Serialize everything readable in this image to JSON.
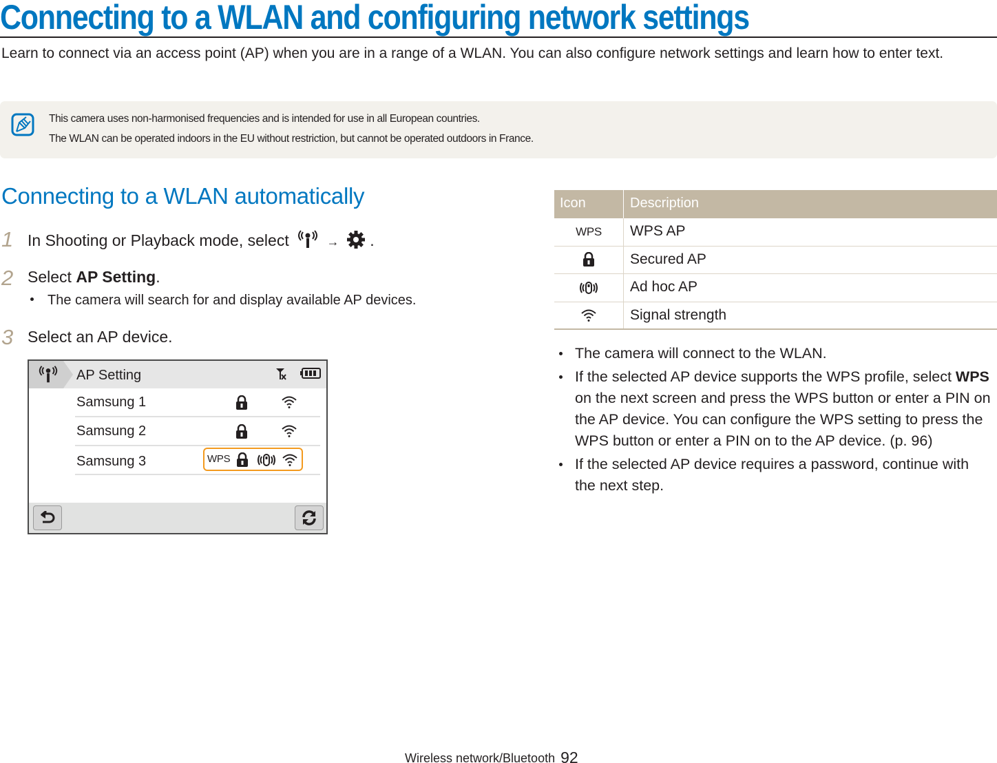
{
  "page": {
    "title": "Connecting to a WLAN and configuring network settings",
    "intro": "Learn to connect via an access point (AP) when you are in a range of a WLAN. You can also configure network settings and learn how to enter text.",
    "accent_color": "#0077c0"
  },
  "note": {
    "icon": "note-pencil-icon",
    "lines": [
      "This camera uses non-harmonised frequencies and is intended for use in all European countries.",
      "The WLAN can be operated indoors in the EU without restriction, but cannot be operated outdoors in France."
    ]
  },
  "section": {
    "title": "Connecting to a WLAN automatically",
    "steps": [
      {
        "number": "1",
        "text_before": "In Shooting or Playback mode, select",
        "icon_1": "wireless-icon",
        "arrow": "→",
        "icon_2": "gear-icon",
        "text_after": "."
      },
      {
        "number": "2",
        "text_before": "Select ",
        "bold": "AP Setting",
        "text_after": ".",
        "bullets": [
          "The camera will search for and display available AP devices."
        ]
      },
      {
        "number": "3",
        "text": "Select an AP device."
      }
    ]
  },
  "camera_screen": {
    "header_title": "AP Setting",
    "header_icons": [
      "wireless-icon",
      "no-signal-icon",
      "battery-icon"
    ],
    "rows": [
      {
        "label": "Samsung 1",
        "icons": [
          "lock-icon",
          "signal-strength-icon"
        ]
      },
      {
        "label": "Samsung 2",
        "icons": [
          "lock-icon",
          "signal-strength-icon"
        ]
      },
      {
        "label": "Samsung 3",
        "icons": [
          "wps-icon",
          "lock-icon",
          "adhoc-icon",
          "signal-strength-icon"
        ],
        "highlighted": true,
        "wps_label": "WPS"
      }
    ],
    "highlight_color": "#f39a1e",
    "footer_buttons": [
      "back-button",
      "refresh-button"
    ]
  },
  "icon_table": {
    "headers": [
      "Icon",
      "Description"
    ],
    "header_color": "#c3b8a4",
    "rows": [
      {
        "icon": "wps-icon",
        "icon_text": "WPS",
        "description": "WPS AP"
      },
      {
        "icon": "lock-icon",
        "description": "Secured AP"
      },
      {
        "icon": "adhoc-icon",
        "description": "Ad hoc AP"
      },
      {
        "icon": "signal-strength-icon",
        "description": "Signal strength"
      }
    ]
  },
  "right_bullets": [
    {
      "text": "The camera will connect to the WLAN."
    },
    {
      "text_before": "If the selected AP device supports the WPS profile, select ",
      "bold": "WPS",
      "text_after": " on the next screen and press the WPS button or enter a PIN on the AP device. You can configure the WPS setting to press the WPS button or enter a PIN on to the AP device. (p. 96)"
    },
    {
      "text": "If the selected AP device requires a password, continue with the next step."
    }
  ],
  "footer": {
    "section": "Wireless network/Bluetooth",
    "page_number": "92"
  }
}
